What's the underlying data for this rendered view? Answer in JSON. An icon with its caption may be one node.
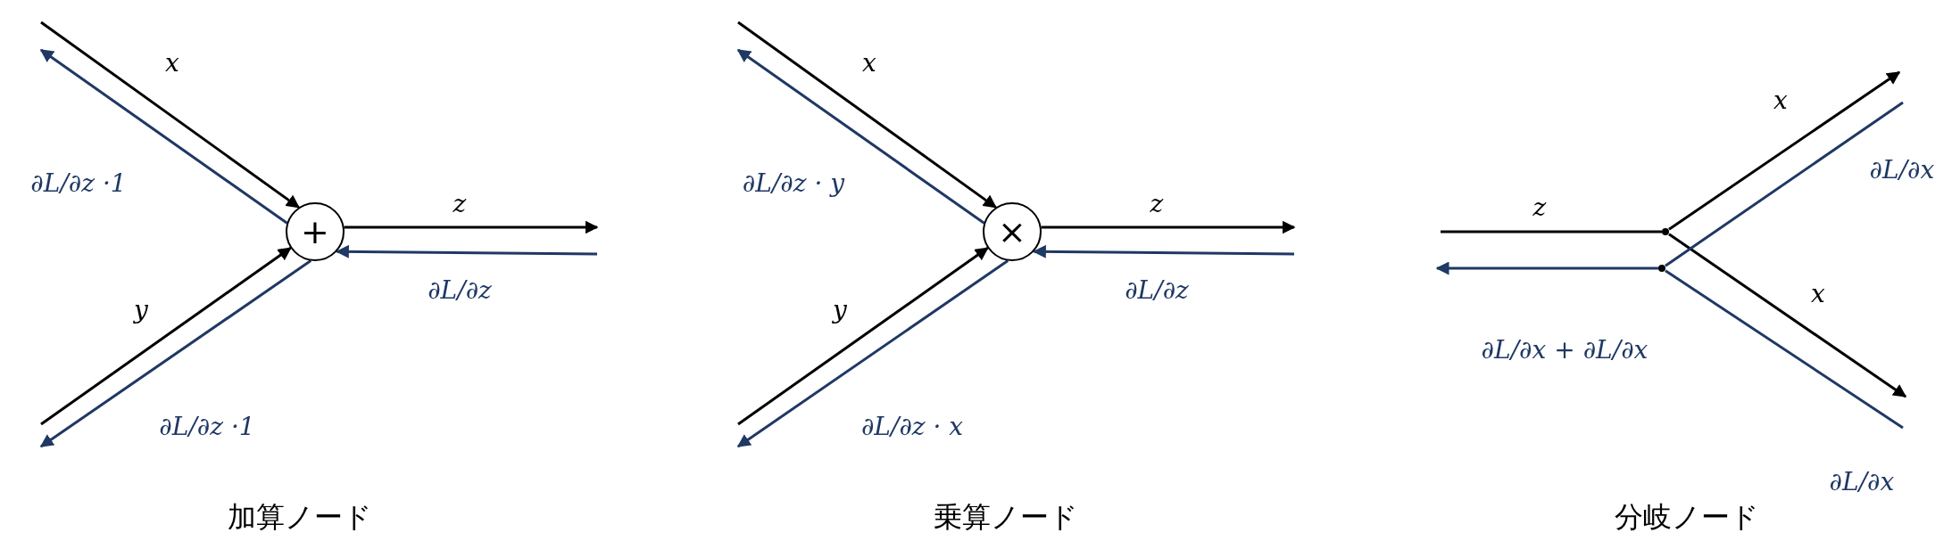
{
  "diagram": {
    "nodes": [
      {
        "text": [
          "+"
        ]
      },
      {
        "text": [
          "×"
        ]
      },
      {
        "text": [],
        "shape": "circle"
      },
      {
        "text": [],
        "shape": "circle"
      }
    ],
    "edges": [
      {
        "from": null,
        "to": 0,
        "arrow": "to",
        "label": "x"
      },
      {
        "from": 0,
        "to": null,
        "arrow": "to",
        "label": "∂L/∂z ·1",
        "color": "#1f3864"
      },
      {
        "from": null,
        "to": 0,
        "arrow": "to",
        "label": "y"
      },
      {
        "from": 0,
        "to": null,
        "arrow": "to",
        "label": "∂L/∂z ·1",
        "color": "#1f3864"
      },
      {
        "from": 0,
        "to": null,
        "arrow": "to",
        "label": "z"
      },
      {
        "from": null,
        "to": 0,
        "arrow": "to",
        "label": "∂L/∂z",
        "color": "#1f3864"
      },
      {
        "from": null,
        "to": 1,
        "arrow": "to",
        "label": "x"
      },
      {
        "from": 1,
        "to": null,
        "arrow": "to",
        "label": "∂L/∂z · y",
        "color": "#1f3864"
      },
      {
        "from": null,
        "to": 1,
        "arrow": "to",
        "label": "y"
      },
      {
        "from": 1,
        "to": null,
        "arrow": "to",
        "label": "∂L/∂z · x",
        "color": "#1f3864"
      },
      {
        "from": 1,
        "to": null,
        "arrow": "to",
        "label": "z"
      },
      {
        "from": null,
        "to": 1,
        "arrow": "to",
        "label": "∂L/∂z",
        "color": "#1f3864"
      },
      {
        "from": null,
        "to": 2,
        "arrow": "none",
        "label": "z"
      },
      {
        "from": 2,
        "to": null,
        "arrow": "to",
        "label": "x"
      },
      {
        "from": 2,
        "to": null,
        "arrow": "to",
        "label": "x"
      },
      {
        "from": null,
        "to": 3,
        "arrow": "none",
        "label": "∂L/∂x",
        "color": "#1f3864"
      },
      {
        "from": null,
        "to": 3,
        "arrow": "none",
        "label": "∂L/∂x",
        "color": "#1f3864"
      },
      {
        "from": 3,
        "to": null,
        "arrow": "to",
        "label": "∂L/∂x + ∂L/∂x",
        "color": "#1f3864"
      }
    ],
    "labels": [
      "加算ノード",
      "乗算ノード",
      "分岐ノード"
    ]
  }
}
